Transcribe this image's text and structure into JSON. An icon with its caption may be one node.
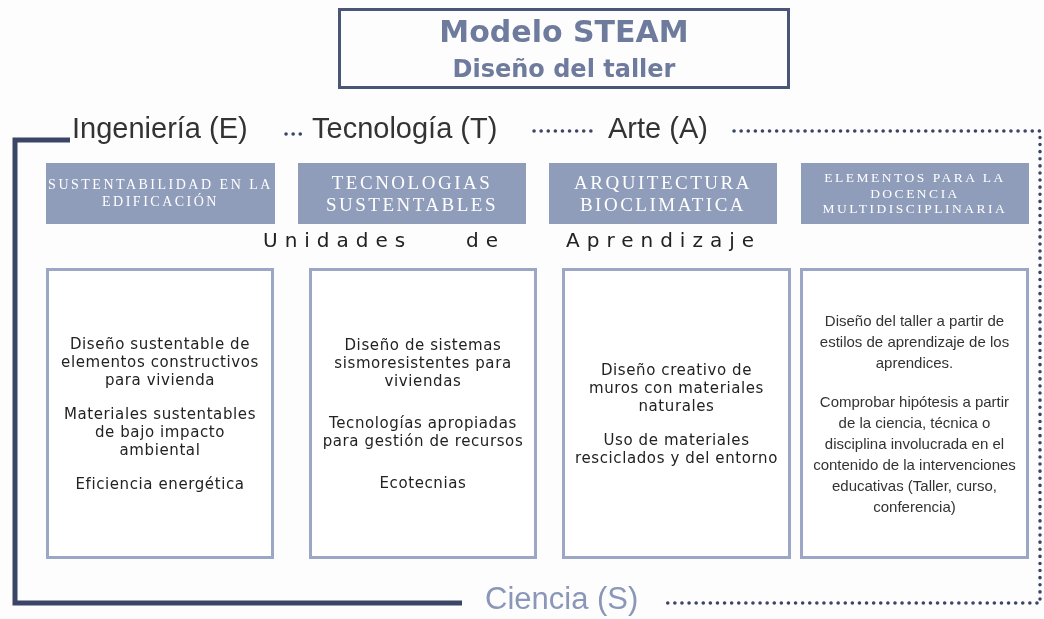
{
  "diagram": {
    "nodes": [
      {
        "text": [
          "Modelo STEAM",
          "Diseño del taller"
        ]
      },
      {
        "text": [
          "SUSTENTABILIDAD EN LA EDIFICACIÓN"
        ]
      },
      {
        "text": [
          "TECNOLOGIAS SUSTENTABLES"
        ]
      },
      {
        "text": [
          "ARQUITECTURA BIOCLIMATICA"
        ]
      },
      {
        "text": [
          "ELEMENTOS PARA LA DOCENCIA MULTIDISCIPLINARIA"
        ]
      },
      {
        "text": [
          "Diseño sustentable de elementos constructivos para vivienda",
          "Materiales sustentables de bajo impacto ambiental",
          "Eficiencia energética"
        ]
      },
      {
        "text": [
          "Diseño de sistemas sismoresistentes para viviendas",
          "Tecnologías apropiadas para gestión de recursos",
          "Ecotecnias"
        ]
      },
      {
        "text": [
          "Diseño creativo de muros con materiales naturales",
          "Uso de materiales resciclados y del entorno"
        ]
      },
      {
        "text": [
          "Diseño del taller a partir de estilos de aprendizaje de los aprendices.",
          "Comprobar hipótesis a partir de la ciencia, técnica o disciplina involucrada en el contenido de la intervenciones educativas (Taller, curso, conferencia)"
        ]
      }
    ],
    "labels": [
      "Ingeniería (E)",
      "Tecnología (T)",
      "Arte (A)",
      "Unidades",
      "de",
      "Aprendizaje",
      "Ciencia (S)"
    ]
  }
}
